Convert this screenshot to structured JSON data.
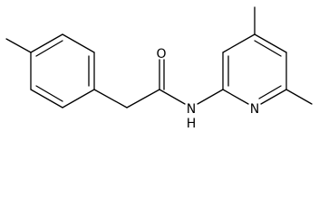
{
  "molecule": {
    "atom_labels": {
      "carbonyl_oxygen": "O",
      "amide_nitrogen": "N",
      "pyridine_nitrogen": "N"
    },
    "amide_hydrogen": "H"
  },
  "colors": {
    "bond": "#000000",
    "label": "#000000",
    "background": "#ffffff"
  }
}
